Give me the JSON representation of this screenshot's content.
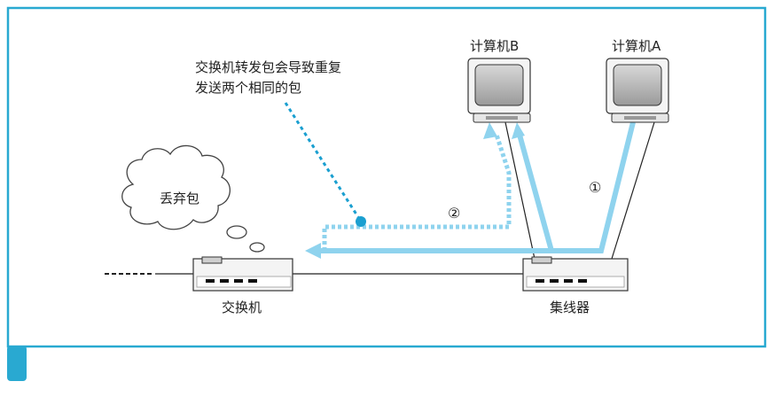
{
  "labels": {
    "computer_b": "计算机B",
    "computer_a": "计算机A",
    "switch": "交换机",
    "hub": "集线器",
    "discard_packet": "丢弃包",
    "note_line_1": "交换机转发包会导致重复",
    "note_line_2": "发送两个相同的包",
    "step_1": "①",
    "step_2": "②"
  },
  "colors": {
    "frame_border": "#29a9d1",
    "frame_tab": "#29a9d1",
    "flow_solid": "#8fd3ee",
    "flow_dotted": "#8fd3ee",
    "note_pointer": "#1a9fd0",
    "device_body": "#f4f4f4",
    "monitor_screen": "#b5b5b5",
    "cable": "#222222"
  },
  "icons": {
    "computer": "computer-icon",
    "switch": "switch-device",
    "hub": "hub-device",
    "cloud": "thought-cloud"
  }
}
